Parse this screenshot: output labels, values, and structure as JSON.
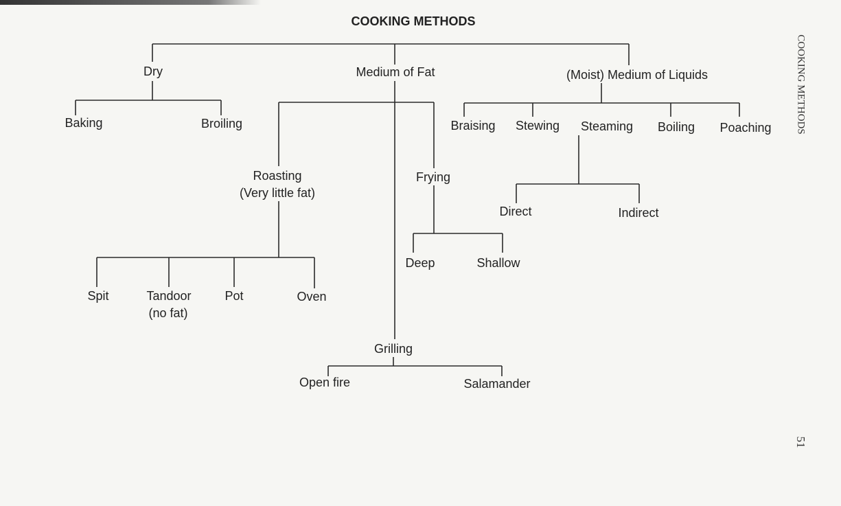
{
  "title": "COOKING METHODS",
  "side_header": "COOKING METHODS",
  "page_number": "51",
  "nodes": {
    "dry": "Dry",
    "fat": "Medium of Fat",
    "liquids": "(Moist) Medium of Liquids",
    "baking": "Baking",
    "broiling": "Broiling",
    "roasting": "Roasting",
    "roasting_note": "(Very little fat)",
    "frying": "Frying",
    "braising": "Braising",
    "stewing": "Stewing",
    "steaming": "Steaming",
    "boiling": "Boiling",
    "poaching": "Poaching",
    "direct": "Direct",
    "indirect": "Indirect",
    "deep": "Deep",
    "shallow": "Shallow",
    "spit": "Spit",
    "tandoor": "Tandoor",
    "tandoor_note": "(no fat)",
    "pot": "Pot",
    "oven": "Oven",
    "grilling": "Grilling",
    "open_fire": "Open fire",
    "salamander": "Salamander"
  }
}
